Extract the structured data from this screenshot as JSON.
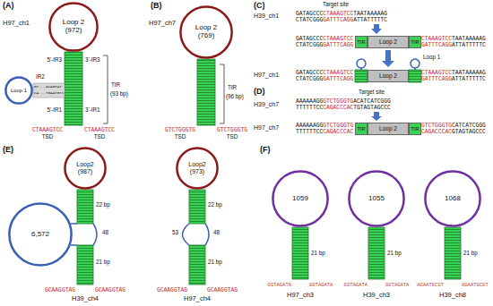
{
  "diagram": {
    "nodes": [
      {
        "text": [
          "Loop 2 (972)"
        ]
      },
      {
        "text": [
          "Loop 1"
        ]
      },
      {
        "text": [
          "Loop 2 (769)"
        ]
      },
      {
        "text": [
          "TIR"
        ]
      },
      {
        "text": [
          "Loop 2"
        ]
      },
      {
        "text": [
          "TIR"
        ]
      },
      {
        "text": [
          "Loop 2"
        ]
      },
      {
        "text": [
          "TIR"
        ]
      },
      {
        "text": [
          "Loop 2"
        ]
      },
      {
        "text": [
          "TIR"
        ]
      },
      {
        "text": [
          "Loop2 (987)"
        ]
      },
      {
        "text": [
          "6,572"
        ]
      },
      {
        "text": [
          "Loop2 (973)"
        ]
      },
      {
        "text": [
          "1059"
        ]
      },
      {
        "text": [
          "1055"
        ]
      },
      {
        "text": [
          "1068"
        ]
      }
    ],
    "labels": [
      "(A)",
      "H97_ch1",
      "5'-IR3",
      "3'-IR3",
      "IR2",
      "GT...ACAGTAT",
      "CA...TGAATGTC",
      "5'-IR1",
      "3'-IR1",
      "TIR",
      "(93 bp)",
      "CTAAAGTCC",
      "CTAAAGTCC",
      "TSD",
      "TSD",
      "(B)",
      "H97_ch7",
      "TIR",
      "(96 bp)",
      "GTCTGGGTG",
      "GTCTGGGTG",
      "TSD",
      "TSD",
      "(C)",
      "Target site",
      "H39_ch1",
      "GATAGCCC",
      "CTAAAGTCC",
      "TAATAAAAAG",
      "CTATCGGG",
      "GATTTCAGG",
      "ATTATTTTTC",
      "GATAGCCC",
      "CTAAAGTCC",
      "CTATCGGG",
      "GATTTCAGG",
      "CTAAAGTCC",
      "TAATAAAAAG",
      "GATTTCAGG",
      "ATTATTTTTC",
      "H97_ch1",
      "GATAGCCC",
      "CTAAAGTCC",
      "CTATCGGG",
      "GATTTCAGG",
      "CTAAAGTCC",
      "TAATAAAAAG",
      "GATTTCAGG",
      "ATTATTTTTC",
      "Loop 1",
      "(D)",
      "Target site",
      "H39_ch7",
      "AAAAAAGG",
      "GTCTGGGTG",
      "ACATCATCGGG",
      "TTTTTTCC",
      "CAGACCCAC",
      "TGTAGTAGCCC",
      "H97_ch7",
      "AAAAAAGG",
      "GTCTGGGTG",
      "TTTTTTCC",
      "CAGACCCAC",
      "GTCTGGGTG",
      "CATCATCGGG",
      "CAGACCCAC",
      "GTAGTAGCCC",
      "(E)",
      "22 bp",
      "48",
      "21 bp",
      "GCAAGGTAG",
      "GCAAGGTAG",
      "H39_ch4",
      "22 bp",
      "53",
      "48",
      "21 bp",
      "GCAAGGTAG",
      "GCAAGGTAG",
      "H97_ch4",
      "(F)",
      "21 bp",
      "GGTAGATA",
      "GGTAGATA",
      "H97_ch3",
      "21 bp",
      "GGTAGATA",
      "GGTAGATA",
      "H39_ch3",
      "21 bp",
      "AGAATGCGT",
      "AGAATGCGT",
      "H39_ch8"
    ]
  }
}
